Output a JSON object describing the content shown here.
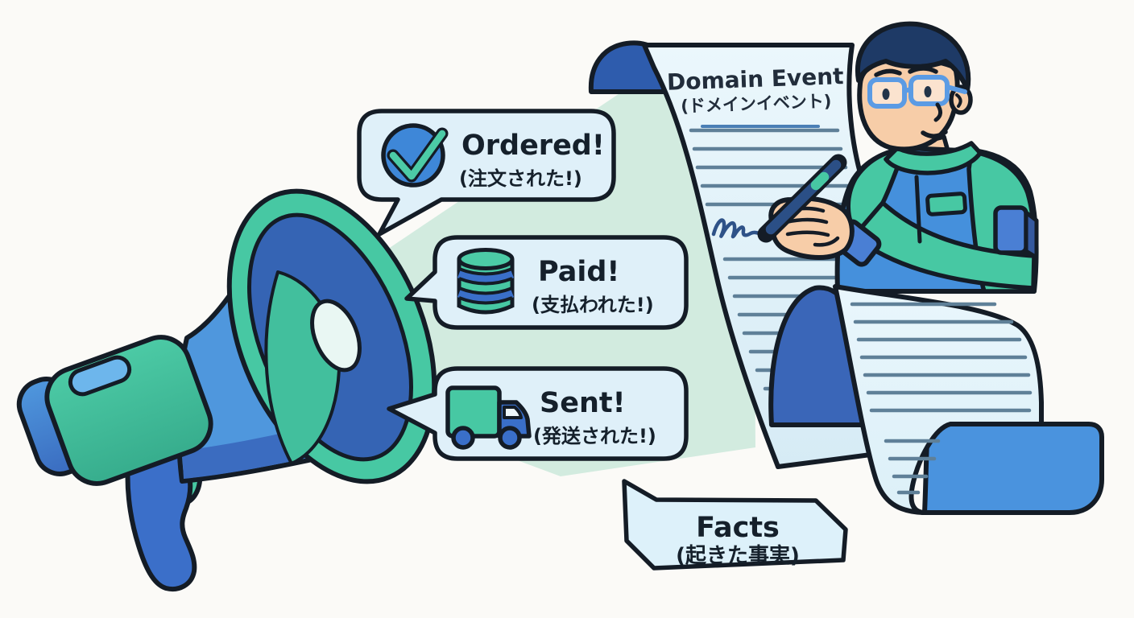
{
  "illustration": {
    "subject": "domain-event-megaphone-scroll",
    "background": "#fbfaf7"
  },
  "palette": {
    "outline": "#141c26",
    "blue": "#4590dc",
    "blue_deep": "#3a66b8",
    "teal": "#47c8a3",
    "sky": "#6db6ec",
    "paper": "#e6f4fb",
    "paper_line": "#5f8098",
    "bubble_bg": "#dff0f9",
    "beam": "#d2ebdf",
    "skin": "#f7cda8",
    "hair": "#1e3a66",
    "ink": "#2e5288"
  },
  "scroll": {
    "title_en": "Domain Event",
    "title_ja": "(ドメインイベント)"
  },
  "bubbles": [
    {
      "id": "ordered",
      "icon": "check-circle-icon",
      "label_en": "Ordered!",
      "label_ja": "(注文された!)"
    },
    {
      "id": "paid",
      "icon": "coin-stack-icon",
      "label_en": "Paid!",
      "label_ja": "(支払われた!)"
    },
    {
      "id": "sent",
      "icon": "truck-icon",
      "label_en": "Sent!",
      "label_ja": "(発送された!)"
    }
  ],
  "facts": {
    "label_en": "Facts",
    "label_ja": "(起きた事実)"
  }
}
